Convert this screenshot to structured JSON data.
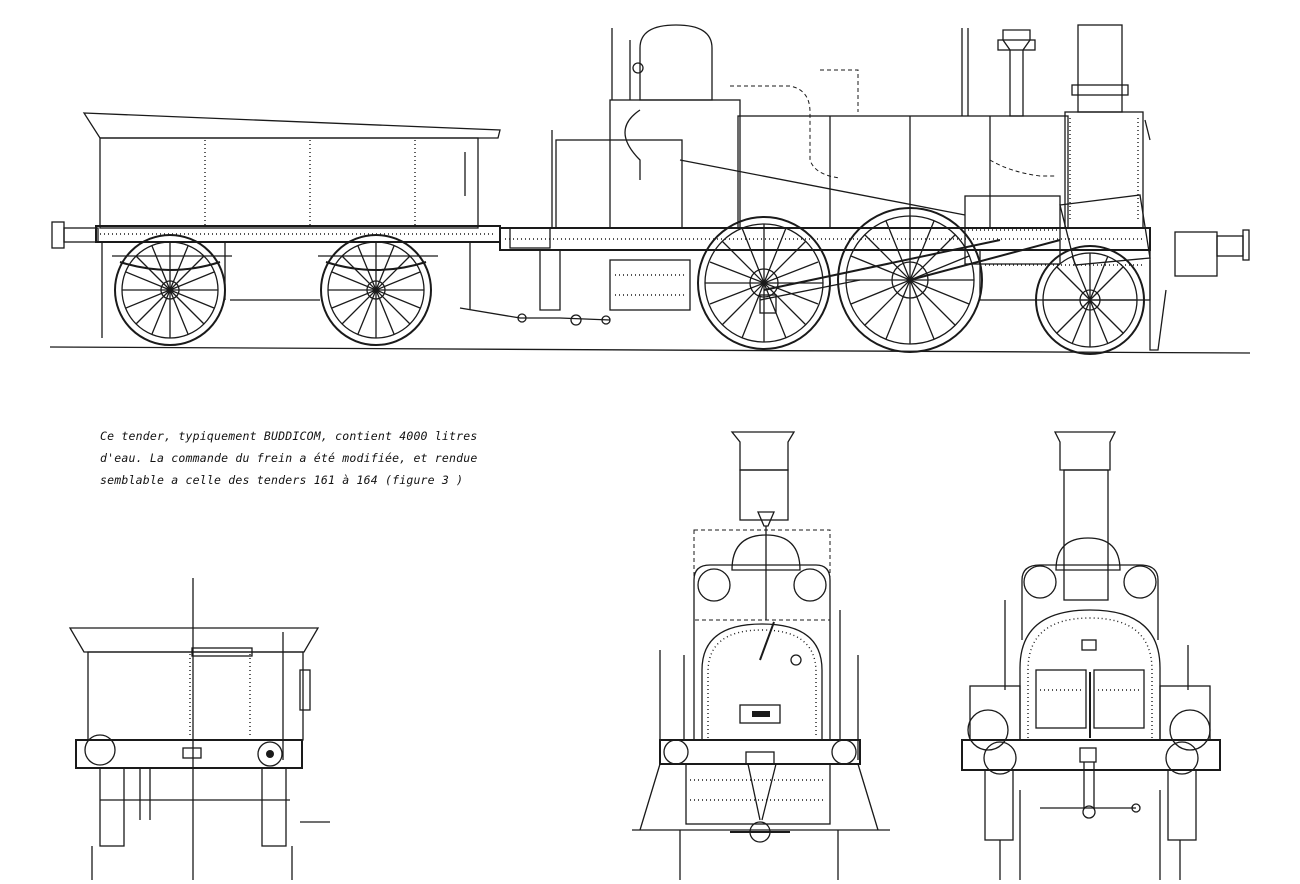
{
  "caption": {
    "line1": "Ce tender, typiquement BUDDICOM, contient 4000 litres",
    "line2": "d'eau. La commande du frein a été modifiée, et rendue",
    "line3": "semblable a celle des tenders 161 à 164 (figure 3  )"
  },
  "colors": {
    "ink": "#1a1a1a",
    "paper": "#ffffff"
  }
}
